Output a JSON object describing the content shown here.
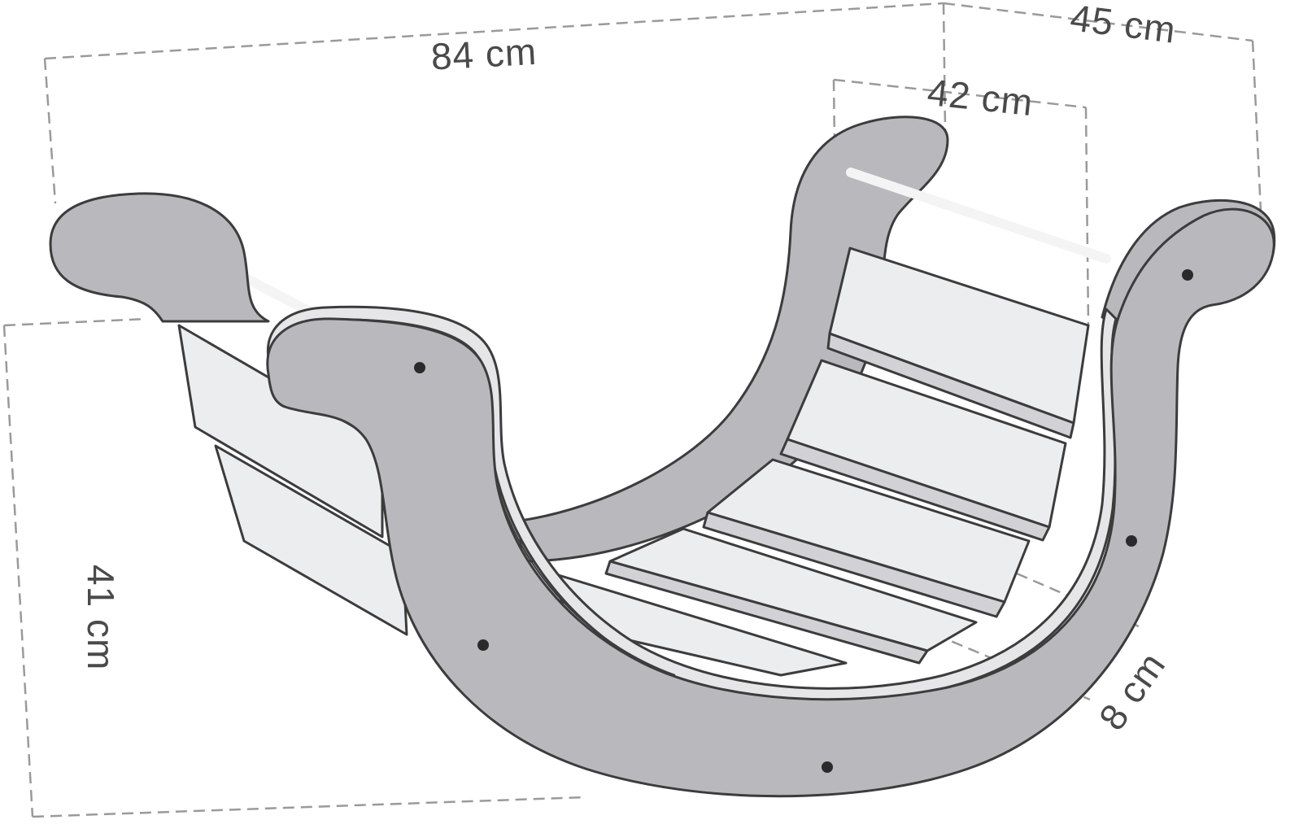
{
  "dimensions": {
    "length": "84 cm",
    "depth": "45 cm",
    "inner_width": "42 cm",
    "height": "41 cm",
    "slat_gap": "8 cm"
  },
  "colors": {
    "side_panel": "#b9b9bd",
    "panel_edge": "#e6e6e8",
    "slat": "#d2d2d6",
    "slat_top": "#ecedef",
    "rod": "#f4f4f4",
    "outline": "#3c3c3c",
    "dimension_line": "#9a9a9a",
    "dimension_text": "#4a4a4a",
    "background": "#ffffff"
  }
}
